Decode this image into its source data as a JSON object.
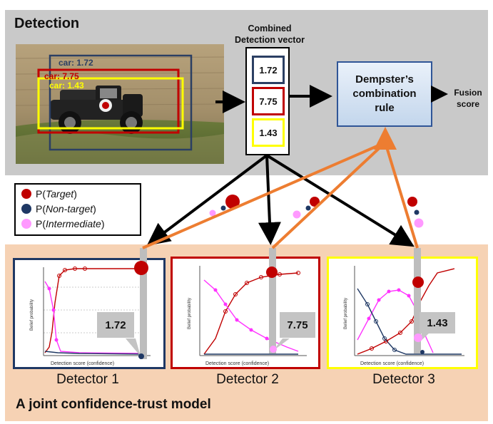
{
  "detection": {
    "title": "Detection",
    "bboxes": [
      {
        "label": "car: 1.72",
        "color": "#2b3f63"
      },
      {
        "label": "car: 7.75",
        "color": "#c00000"
      },
      {
        "label": "car: 1.43",
        "color": "#ffff00"
      }
    ]
  },
  "combined_vector": {
    "title_line1": "Combined",
    "title_line2": "Detection vector",
    "items": [
      {
        "value": "1.72",
        "color": "#2b3f63"
      },
      {
        "value": "7.75",
        "color": "#c00000"
      },
      {
        "value": "1.43",
        "color": "#ffff00"
      }
    ]
  },
  "dempster": {
    "line1": "Dempster’s",
    "line2": "combination",
    "line3": "rule"
  },
  "fusion": {
    "line1": "Fusion",
    "line2": "score"
  },
  "legend": {
    "items": [
      {
        "prefix": "P(",
        "italic": "Target",
        "suffix": ")",
        "color": "#c00000"
      },
      {
        "prefix": "P(",
        "italic": "Non-target",
        "suffix": ")",
        "color": "#1f3864"
      },
      {
        "prefix": "P(",
        "italic": "Intermediate",
        "suffix": ")",
        "color": "#ff99ff"
      }
    ]
  },
  "detectors": [
    {
      "label": "Detector 1",
      "score": "1.72",
      "border": "#1f3864",
      "ylabel": "Belief probability",
      "xlabel": "Detection score (confidence)"
    },
    {
      "label": "Detector 2",
      "score": "7.75",
      "border": "#c00000",
      "ylabel": "Belief probability",
      "xlabel": "Detection score (confidence)"
    },
    {
      "label": "Detector 3",
      "score": "1.43",
      "border": "#ffff00",
      "ylabel": "Belief probability",
      "xlabel": "Detection score (confidence)"
    }
  ],
  "model_title": "A joint confidence-trust model",
  "colors": {
    "target": "#c00000",
    "non_target": "#1f3864",
    "intermediate": "#ff66ff",
    "arrow_black": "#000000",
    "arrow_orange": "#ed7d31",
    "gray_bar": "#bdbdbd"
  }
}
